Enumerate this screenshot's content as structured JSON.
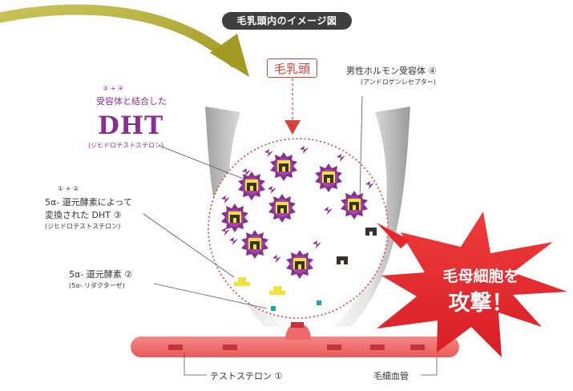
{
  "title": "毛乳頭内のイメージ図",
  "papilla_label": "毛乳頭",
  "receptor": {
    "label": "男性ホルモン受容体 ④",
    "sub": "(アンドロゲンレセプター)"
  },
  "dht": {
    "pre": "③ + ④",
    "caption": "受容体と結合した",
    "name": "DHT",
    "sub": "(ジヒドロテストステロン)"
  },
  "converted": {
    "pre": "① + ②",
    "line1": "5α- 還元酵素によって",
    "line2": "変換された DHT ③",
    "sub": "(ジヒドロテストステロン)"
  },
  "enzyme": {
    "label": "5α- 還元酵素 ②",
    "sub": "(5α- リダクターゼ)"
  },
  "testosterone": "テストステロン ①",
  "capillary": "毛細血管",
  "attack": {
    "line1": "毛母細胞を",
    "line2": "攻撃！"
  },
  "colors": {
    "dht_purple": "#8a2f8f",
    "receptor_yellow": "#f2e33c",
    "vessel_red": "#ee6a6a",
    "burst_red": "#e8262b",
    "arrow_olive": "#a9a12c",
    "enzyme_teal": "#1aa7a0"
  }
}
